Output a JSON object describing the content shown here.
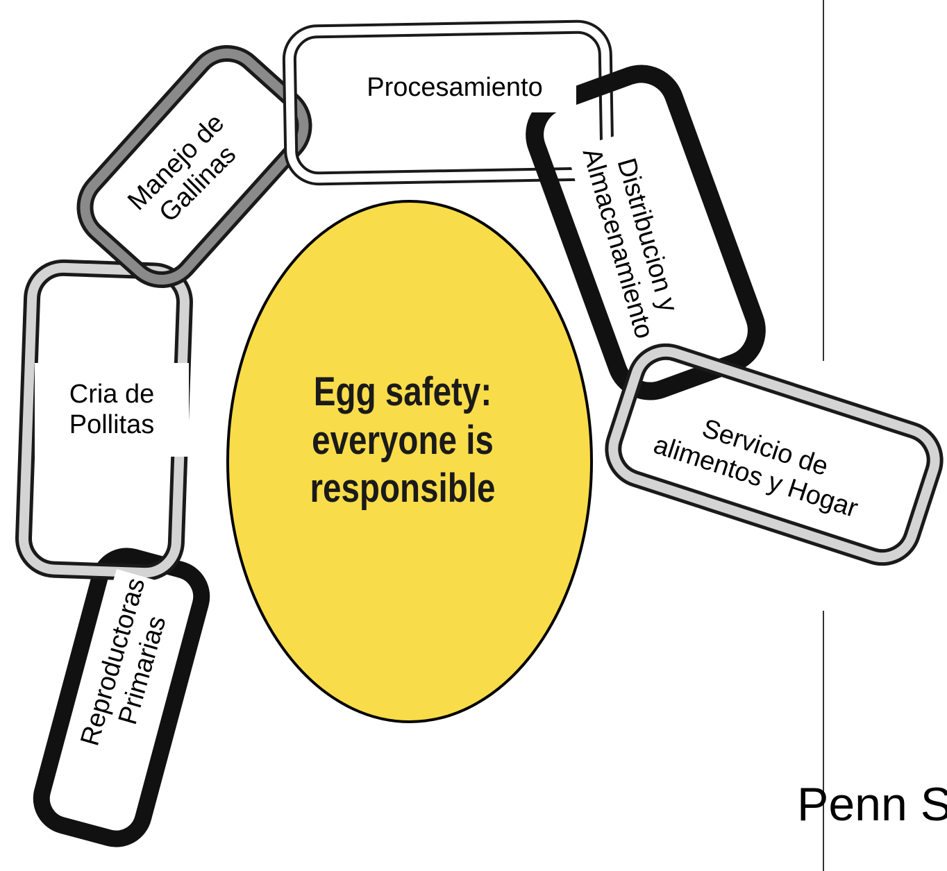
{
  "diagram": {
    "center": {
      "text": "Egg safety:\neveryone is\nresponsible",
      "color": "#f9dc4a"
    },
    "links": [
      {
        "id": "reproductoras",
        "label": "Reproductoras\nPrimarias",
        "style": "black"
      },
      {
        "id": "cria",
        "label": "Cria de\nPollitas",
        "style": "light-gray"
      },
      {
        "id": "manejo",
        "label": "Manejo de\nGallinas",
        "style": "dark-gray"
      },
      {
        "id": "procesamiento",
        "label": "Procesamiento",
        "style": "white"
      },
      {
        "id": "distribucion",
        "label": "Distribucion y\nAlmacenamiento",
        "style": "black"
      },
      {
        "id": "servicio",
        "label": "Servicio de\nalimentos y Hogar",
        "style": "light-gray"
      }
    ]
  },
  "footer": {
    "text": "Penn S"
  }
}
